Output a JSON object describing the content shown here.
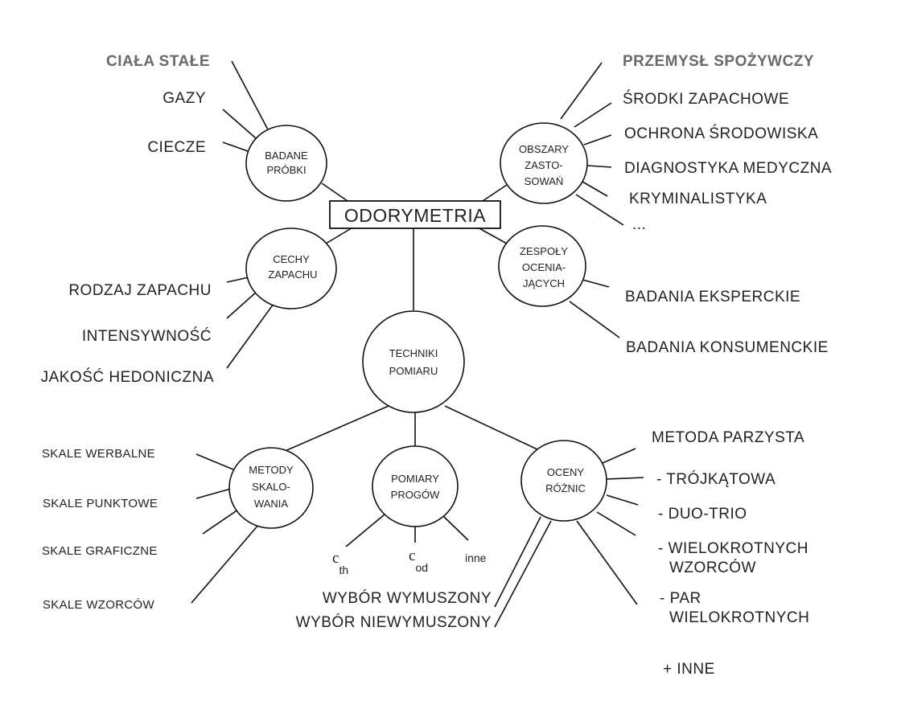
{
  "root": "ODORYMETRIA",
  "nodes": {
    "badane": [
      "BADANE",
      "PRÓBKI"
    ],
    "obszary": [
      "OBSZARY",
      "ZASTO-",
      "SOWAŃ"
    ],
    "cechy": [
      "CECHY",
      "ZAPACHU"
    ],
    "zespoly": [
      "ZESPOŁY",
      "OCENIA-",
      "JĄCYCH"
    ],
    "techniki": [
      "TECHNIKI",
      "POMIARU"
    ],
    "metody": [
      "METODY",
      "SKALO-",
      "WANIA"
    ],
    "pomiary": [
      "POMIARY",
      "PROGÓW"
    ],
    "oceny": [
      "OCENY",
      "RÓŻNIC"
    ]
  },
  "leaves": {
    "badane": [
      "CIAŁA STAŁE",
      "GAZY",
      "CIECZE"
    ],
    "obszary": [
      "PRZEMYSŁ SPOŻYWCZY",
      "ŚRODKI ZAPACHOWE",
      "OCHRONA ŚRODOWISKA",
      "DIAGNOSTYKA MEDYCZNA",
      "KRYMINALISTYKA",
      "..."
    ],
    "cechy": [
      "RODZAJ ZAPACHU",
      "INTENSYWNOŚĆ",
      "JAKOŚĆ HEDONICZNA"
    ],
    "zespoly": [
      "BADANIA  EKSPERCKIE",
      "BADANIA  KONSUMENCKIE"
    ],
    "metody": [
      "SKALE  WERBALNE",
      "SKALE  PUNKTOWE",
      "SKALE  GRAFICZNE",
      "SKALE  WZORCÓW"
    ],
    "pomiary": {
      "cth_symbol": "c",
      "cth_sub": "th",
      "cod_symbol": "c",
      "cod_sub": "od",
      "inne": "inne"
    },
    "wybor": [
      "WYBÓR WYMUSZONY",
      "WYBÓR NIEWYMUSZONY"
    ],
    "oceny": [
      "METODA  PARZYSTA",
      "- TRÓJKĄTOWA",
      "- DUO-TRIO",
      "- WIELOKROTNYCH",
      "WZORCÓW",
      "- PAR",
      "WIELOKROTNYCH",
      "+ INNE"
    ]
  }
}
